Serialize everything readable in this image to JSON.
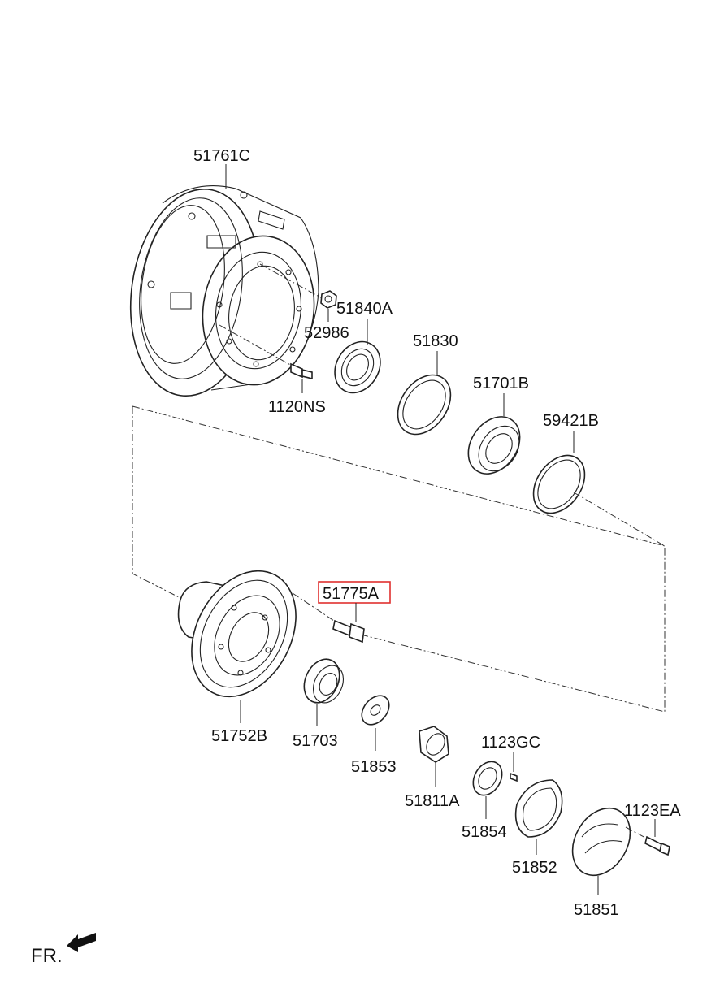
{
  "diagram": {
    "part_labels": [
      {
        "id": "51761C",
        "text": "51761C"
      },
      {
        "id": "51840A",
        "text": "51840A"
      },
      {
        "id": "52986",
        "text": "52986"
      },
      {
        "id": "1120NS",
        "text": "1120NS"
      },
      {
        "id": "51830",
        "text": "51830"
      },
      {
        "id": "51701B",
        "text": "51701B"
      },
      {
        "id": "59421B",
        "text": "59421B"
      },
      {
        "id": "51775A",
        "text": "51775A"
      },
      {
        "id": "51752B",
        "text": "51752B"
      },
      {
        "id": "51703",
        "text": "51703"
      },
      {
        "id": "51853",
        "text": "51853"
      },
      {
        "id": "51811A",
        "text": "51811A"
      },
      {
        "id": "1123GC",
        "text": "1123GC"
      },
      {
        "id": "51854",
        "text": "51854"
      },
      {
        "id": "51852",
        "text": "51852"
      },
      {
        "id": "1123EA",
        "text": "1123EA"
      },
      {
        "id": "51851",
        "text": "51851"
      }
    ],
    "highlighted_part": "51775A",
    "highlight_color": "#e0302f",
    "orientation_label": "FR.",
    "orientation_icon": "front-direction-arrow-icon"
  }
}
